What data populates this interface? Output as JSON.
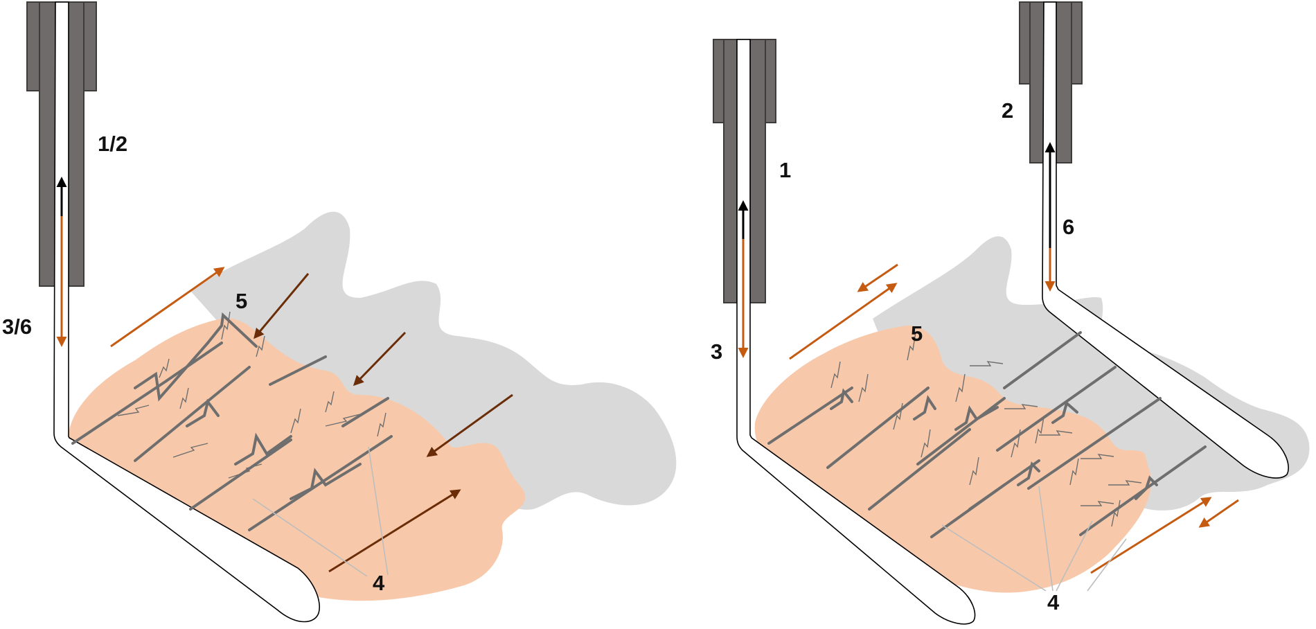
{
  "labels": {
    "left_tool": "1/2",
    "left_flow": "3/6",
    "left_fibers": "5",
    "left_pointer": "4",
    "right_tool_a": "1",
    "right_tool_b": "2",
    "right_flow_a": "3",
    "right_flow_b": "6",
    "right_fibers": "5",
    "right_pointer": "4"
  },
  "colors": {
    "holder": "#6f6b6b",
    "holder_stroke": "#3e3b3b",
    "gray_region": "#d9d9d9",
    "peach_region": "#f7c9aa",
    "fiber": "#6e6e6e",
    "arrow_dark": "#6b2d08",
    "arrow_orange": "#c55a11",
    "arrow_black": "#000000",
    "leader": "#bdbdbd"
  }
}
